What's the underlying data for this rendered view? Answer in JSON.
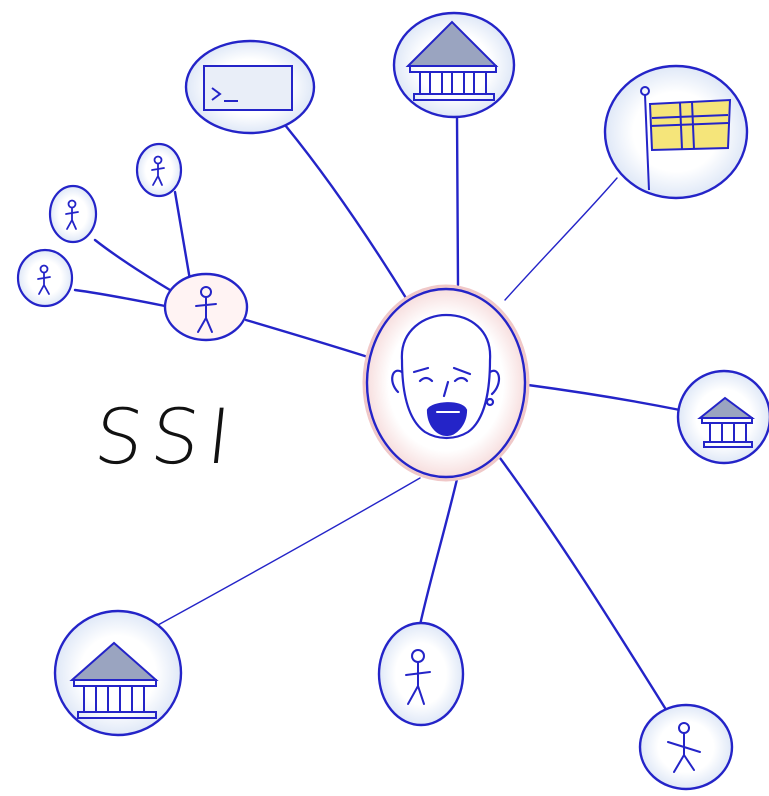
{
  "diagram": {
    "title": "SSI",
    "stroke_color": "#2424c8",
    "node_fill": "#eef3fb",
    "center_ring_color": "#f2c9c9",
    "flag_yellow": "#f5e57a",
    "nodes": [
      {
        "id": "center",
        "icon": "person-face-icon",
        "kind": "identity-holder"
      },
      {
        "id": "terminal",
        "icon": "terminal-icon",
        "kind": "software"
      },
      {
        "id": "bank-top",
        "icon": "institution-icon",
        "kind": "institution"
      },
      {
        "id": "flag",
        "icon": "flag-icon",
        "kind": "government"
      },
      {
        "id": "bank-right",
        "icon": "institution-icon",
        "kind": "institution"
      },
      {
        "id": "person-bottom-right",
        "icon": "person-icon",
        "kind": "person"
      },
      {
        "id": "person-bottom",
        "icon": "person-icon",
        "kind": "person"
      },
      {
        "id": "bank-bottom-left",
        "icon": "institution-icon",
        "kind": "institution"
      },
      {
        "id": "person-hub",
        "icon": "person-icon",
        "kind": "person"
      },
      {
        "id": "person-small-1",
        "icon": "person-icon",
        "kind": "person"
      },
      {
        "id": "person-small-2",
        "icon": "person-icon",
        "kind": "person"
      },
      {
        "id": "person-small-3",
        "icon": "person-icon",
        "kind": "person"
      }
    ]
  }
}
